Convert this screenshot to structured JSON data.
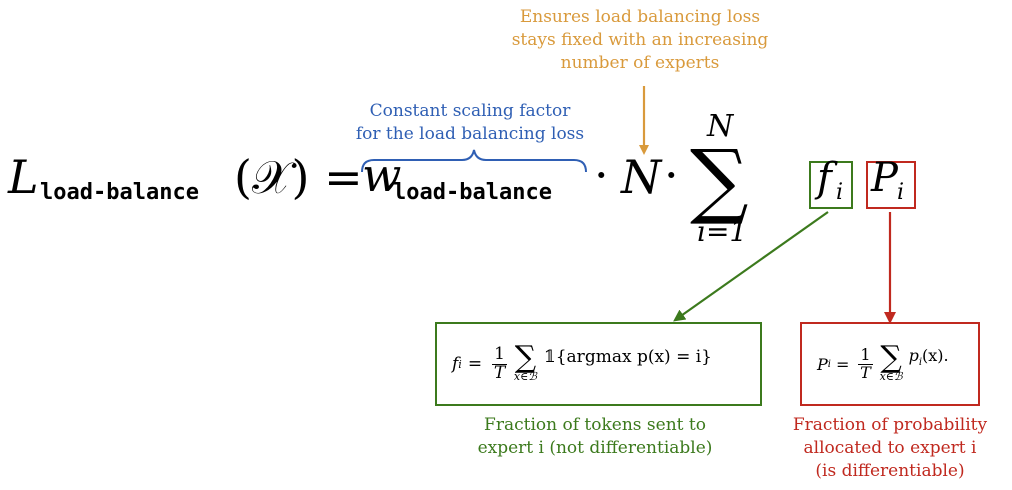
{
  "annotations": {
    "orange_note": "Ensures load balancing loss\nstays fixed with an increasing\nnumber of experts",
    "blue_note": "Constant scaling factor\nfor the load balancing loss",
    "green_note": "Fraction of tokens sent to\nexpert i (not differentiable)",
    "red_note": "Fraction of probability\nallocated to expert i\n(is differentiable)"
  },
  "equation": {
    "lhs_symbol": "L",
    "lhs_subscript": "load-balance",
    "lhs_argument": "(𝒳) =",
    "weight_symbol": "w",
    "weight_subscript": "load-balance",
    "dot1": "·",
    "n_symbol": "N",
    "dot2": "·",
    "sum_symbol": "∑",
    "sum_upper": "N",
    "sum_lower": "i=1",
    "f_term": "f",
    "f_sub": "i",
    "p_term": "P",
    "p_sub": "i"
  },
  "f_formula": {
    "lhs": "f",
    "lhs_sub": "i",
    "equals": "=",
    "frac_num": "1",
    "frac_den": "T",
    "sum_symbol": "∑",
    "sum_limit": "x∈ℬ",
    "body": "𝟙{argmax p(x) = i}"
  },
  "p_formula": {
    "lhs": "P",
    "lhs_sub": "i",
    "equals": "=",
    "frac_num": "1",
    "frac_den": "T",
    "sum_symbol": "∑",
    "sum_limit": "x∈ℬ",
    "body": "p",
    "body_sub": "i",
    "body_tail": "(x)."
  },
  "colors": {
    "orange": "#d99a3c",
    "blue": "#2f5fb4",
    "green": "#3c7a1d",
    "red": "#c0291f"
  }
}
